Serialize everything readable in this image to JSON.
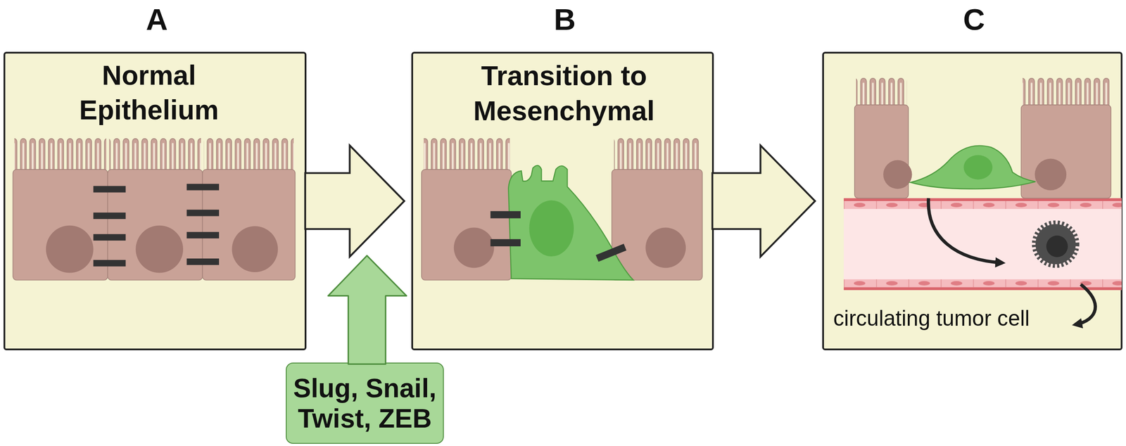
{
  "diagram": {
    "nodes": [
      {
        "text": [
          "A",
          "Normal Epithelium"
        ]
      },
      {
        "text": [
          "B",
          "Transition to Mesenchymal"
        ]
      },
      {
        "text": [
          "C",
          "circulating tumor cell"
        ]
      },
      {
        "text": [
          "Slug, Snail, Twist, ZEB"
        ]
      }
    ],
    "edges": [
      {
        "from": 0,
        "to": 1,
        "arrow": "to"
      },
      {
        "from": 1,
        "to": 2,
        "arrow": "to"
      }
    ]
  }
}
